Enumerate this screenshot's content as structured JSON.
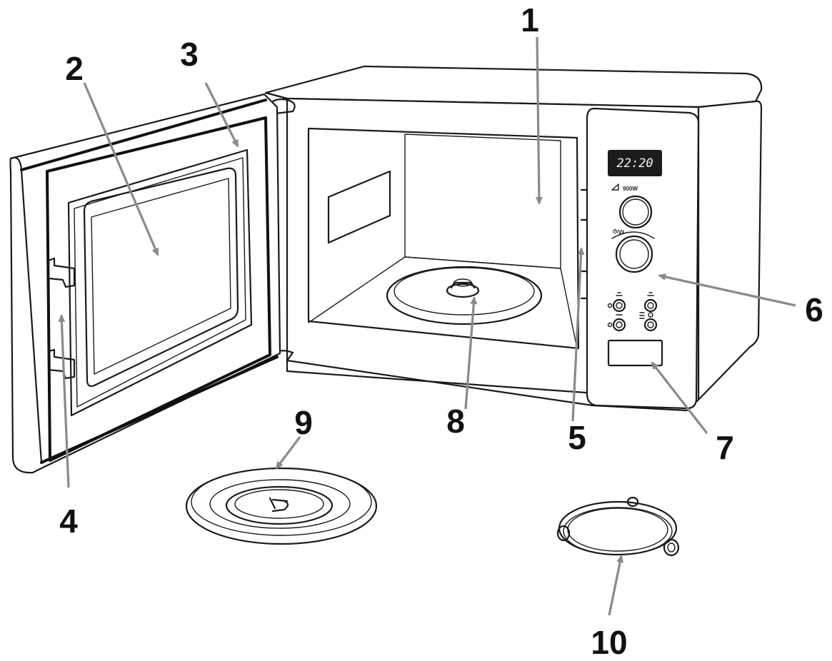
{
  "display": {
    "time": "22:20"
  },
  "panel": {
    "power_label": "900W",
    "timer_symbol": "⏱/⚖"
  },
  "callouts": [
    {
      "id": "1",
      "label": "1"
    },
    {
      "id": "2",
      "label": "2"
    },
    {
      "id": "3",
      "label": "3"
    },
    {
      "id": "4",
      "label": "4"
    },
    {
      "id": "5",
      "label": "5"
    },
    {
      "id": "6",
      "label": "6"
    },
    {
      "id": "7",
      "label": "7"
    },
    {
      "id": "8",
      "label": "8"
    },
    {
      "id": "9",
      "label": "9"
    },
    {
      "id": "10",
      "label": "10"
    }
  ],
  "colors": {
    "line": "#1a1a1a",
    "leader": "#8a8a8a",
    "lcd_bg": "#1c1c1c"
  }
}
